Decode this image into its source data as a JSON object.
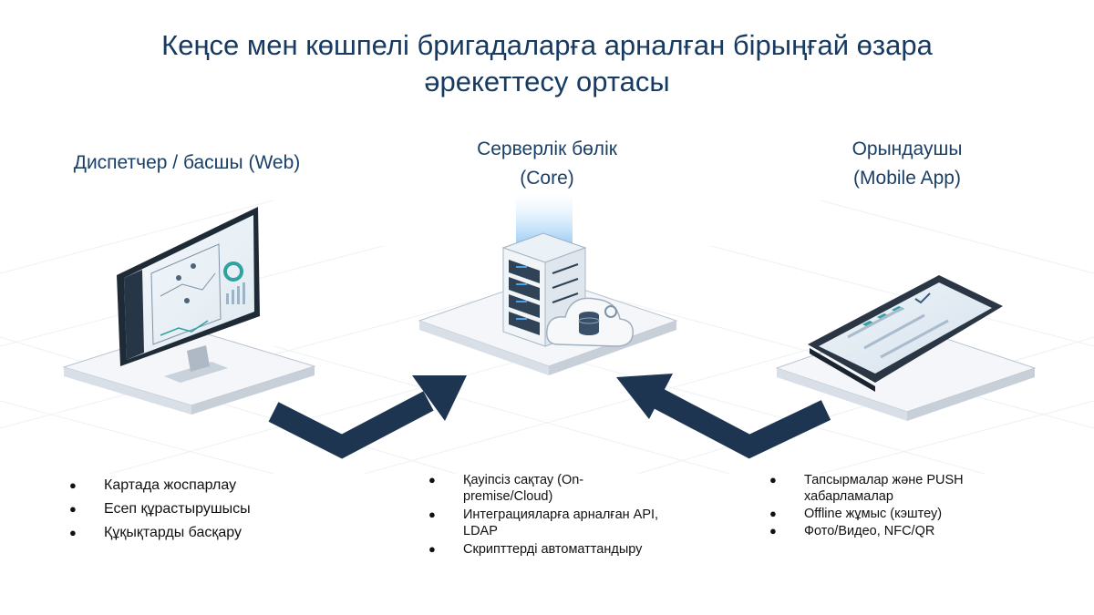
{
  "title": {
    "line1": "Кеңсе мен көшпелі бригадаларға арналған бірыңғай өзара",
    "line2": "әрекеттесу ортасы"
  },
  "columns": {
    "web": {
      "heading": "Диспетчер / басшы (Web)",
      "items": [
        "Картада жоспарлау",
        "Есеп құрастырушысы",
        "Құқықтарды басқару"
      ]
    },
    "core": {
      "heading_line1": "Серверлік бөлік",
      "heading_line2": "(Core)",
      "items": [
        "Қауіпсіз сақтау (On-premise/Cloud)",
        "Интеграцияларға арналған API, LDAP",
        "Скрипттерді автоматтандыру"
      ]
    },
    "mobile": {
      "heading_line1": "Орындаушы",
      "heading_line2": "(Mobile App)",
      "items": [
        "Тапсырмалар және PUSH хабарламалар",
        "Offline жұмыс (кэштеу)",
        "Фото/Видео, NFC/QR"
      ]
    }
  },
  "colors": {
    "heading": "#163a62",
    "arrow": "#1d3551",
    "accent_teal": "#2fa3a0",
    "server_dark": "#34495e",
    "led_blue": "#4aa3e8"
  },
  "icons": [
    "desktop-monitor-icon",
    "server-tower-icon",
    "cloud-database-icon",
    "smartphone-icon",
    "right-arrow-icon",
    "left-arrow-icon"
  ]
}
